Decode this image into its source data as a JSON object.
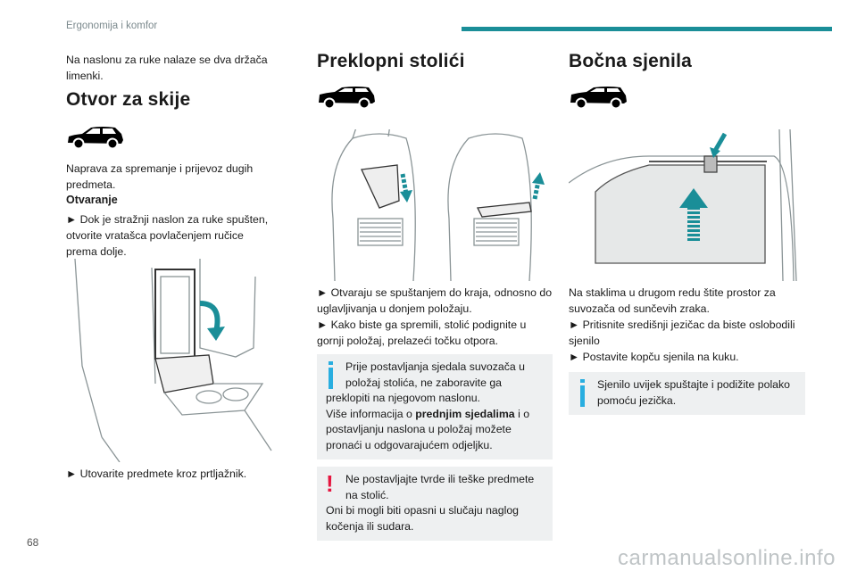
{
  "header": {
    "section": "Ergonomija i komfor",
    "accent": "#1a8e98"
  },
  "page_number": "68",
  "watermark": "carmanualsonline.info",
  "col1": {
    "intro": "Na naslonu za ruke nalaze se dva držača limenki.",
    "title": "Otvor za skije",
    "desc": "Naprava za spremanje i prijevoz dugih predmeta.",
    "subtitle": "Otvaranje",
    "step1": "► Dok je stražnji naslon za ruke spušten, otvorite vratašca povlačenjem ručice prema dolje.",
    "step2": "► Utovarite predmete kroz prtljažnik."
  },
  "col2": {
    "title": "Preklopni stolići",
    "step1": "► Otvaraju se spuštanjem do kraja, odnosno do uglavljivanja u donjem položaju.",
    "step2": "► Kako biste ga spremili, stolić podignite u gornji položaj, prelazeći točku otpora.",
    "info_a": "Prije postavljanja sjedala suvozača u položaj stolića, ne zaboravite ga preklopiti na njegovom naslonu.",
    "info_b1": "Više informacija o ",
    "info_b_bold": "prednjim sjedalima",
    "info_b2": " i o postavljanju naslona u položaj možete pronaći u odgovarajućem odjeljku.",
    "warn_a": "Ne postavljajte tvrde ili teške predmete na stolić.",
    "warn_b": "Oni bi mogli biti opasni u slučaju naglog kočenja ili sudara."
  },
  "col3": {
    "title": "Bočna sjenila",
    "desc": "Na staklima u drugom redu štite prostor za suvozača od sunčevih zraka.",
    "step1": "► Pritisnite središnji jezičac da biste oslobodili sjenilo",
    "step2": "► Postavite kopču sjenila na kuku.",
    "info": "Sjenilo uvijek spuštajte i podižite polako pomoću jezička."
  }
}
